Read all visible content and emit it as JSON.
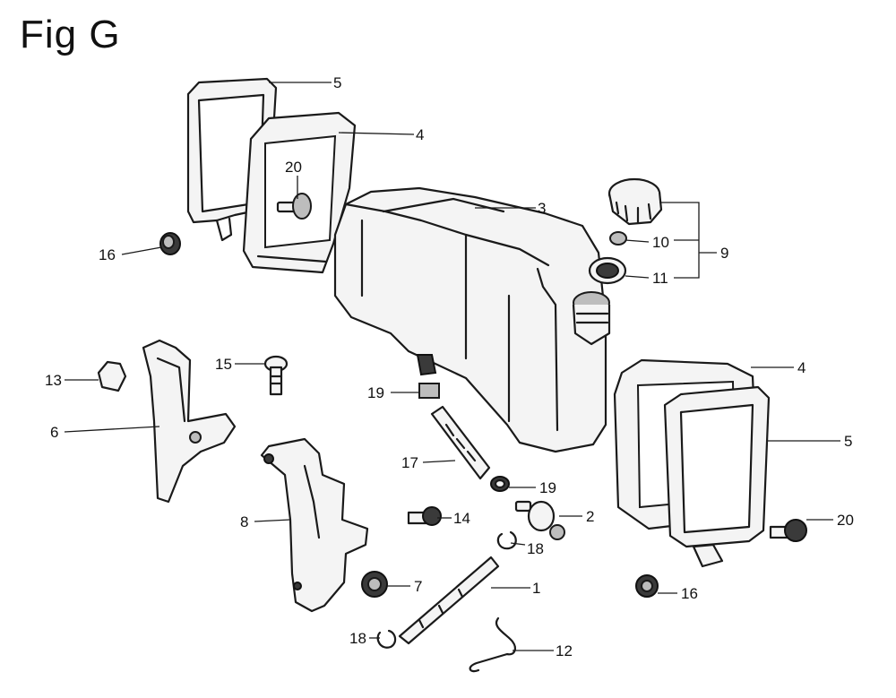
{
  "figure": {
    "title": "Fig G"
  },
  "callouts": [
    {
      "id": "c5a",
      "label": "5"
    },
    {
      "id": "c4a",
      "label": "4"
    },
    {
      "id": "c20a",
      "label": "20"
    },
    {
      "id": "c3",
      "label": "3"
    },
    {
      "id": "c10",
      "label": "10"
    },
    {
      "id": "c9",
      "label": "9"
    },
    {
      "id": "c11",
      "label": "11"
    },
    {
      "id": "c16a",
      "label": "16"
    },
    {
      "id": "c15",
      "label": "15"
    },
    {
      "id": "c13",
      "label": "13"
    },
    {
      "id": "c19a",
      "label": "19"
    },
    {
      "id": "c4b",
      "label": "4"
    },
    {
      "id": "c6",
      "label": "6"
    },
    {
      "id": "c5b",
      "label": "5"
    },
    {
      "id": "c17",
      "label": "17"
    },
    {
      "id": "c19b",
      "label": "19"
    },
    {
      "id": "c8",
      "label": "8"
    },
    {
      "id": "c14",
      "label": "14"
    },
    {
      "id": "c2",
      "label": "2"
    },
    {
      "id": "c18a",
      "label": "18"
    },
    {
      "id": "c20b",
      "label": "20"
    },
    {
      "id": "c7",
      "label": "7"
    },
    {
      "id": "c1",
      "label": "1"
    },
    {
      "id": "c16b",
      "label": "16"
    },
    {
      "id": "c18b",
      "label": "18"
    },
    {
      "id": "c12",
      "label": "12"
    }
  ]
}
